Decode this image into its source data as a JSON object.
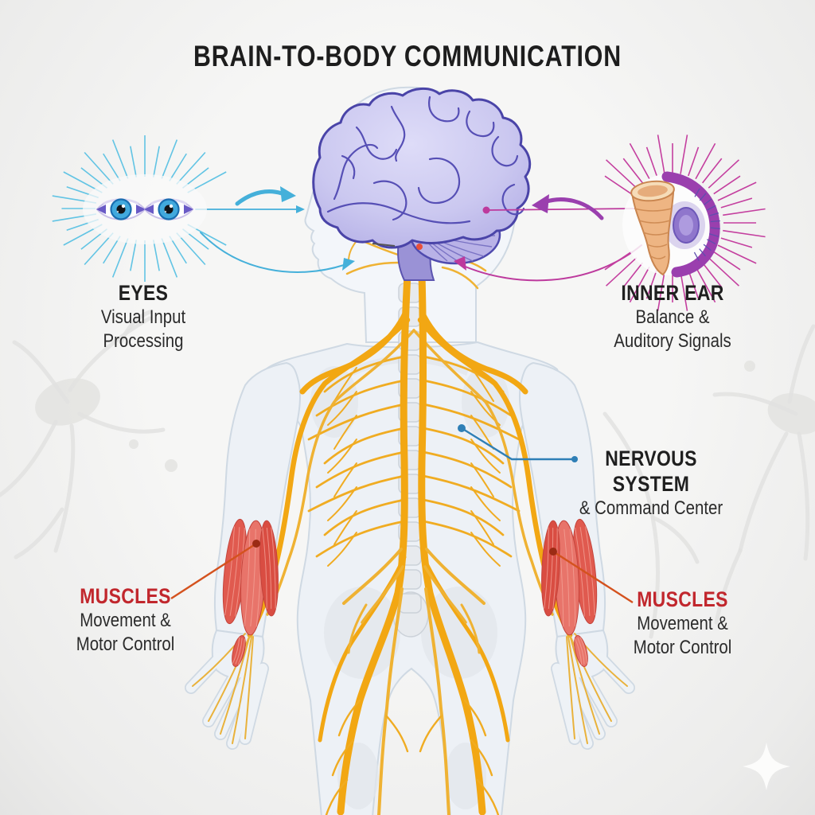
{
  "title": "BRAIN-TO-BODY COMMUNICATION",
  "labels": {
    "eyes": {
      "heading": "EYES",
      "line1": "Visual Input",
      "line2": "Processing"
    },
    "inner_ear": {
      "heading": "INNER EAR",
      "line1": "Balance &",
      "line2": "Auditory Signals"
    },
    "nervous_system": {
      "heading": "NERVOUS SYSTEM",
      "line1": "& Command Center"
    },
    "muscles_left": {
      "heading": "MUSCLES",
      "line1": "Movement &",
      "line2": "Motor Control"
    },
    "muscles_right": {
      "heading": "MUSCLES",
      "line1": "Movement &",
      "line2": "Motor Control"
    }
  },
  "icons": {
    "brain": "brain-icon",
    "eyes": "eyes-icon",
    "inner_ear": "cochlea-icon",
    "body": "human-body-silhouette",
    "nerves": "nerve-network",
    "muscles": "forearm-muscles",
    "sparkle": "sparkle-icon"
  },
  "colors": {
    "title_text": "#1d1d1d",
    "body_text": "#2b2b2b",
    "muscles_heading": "#c1272d",
    "nerve_yellow": "#f2a713",
    "brain_fill": "#cbc8f0",
    "brain_outline": "#4a44a8",
    "eye_arrow_cyan": "#45b0da",
    "ear_arrow_magenta": "#bd3a9d",
    "ear_arrow_purple": "#9a3fae",
    "nervous_connector_blue": "#2f7fb6",
    "muscle_connector_orange": "#d4521e",
    "muscle_red": "#e0564c",
    "silhouette_fill": "#edf1f6"
  }
}
